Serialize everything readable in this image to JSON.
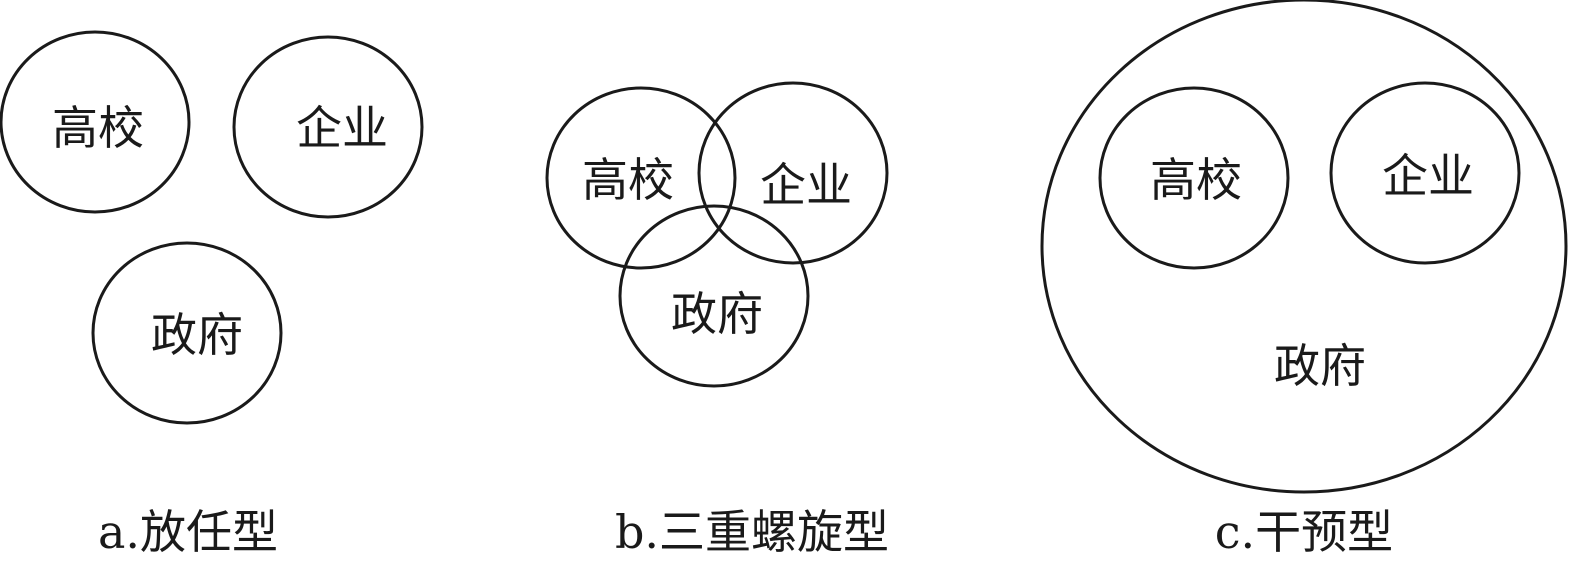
{
  "panels": [
    {
      "caption": "a.放任型",
      "labels": {
        "university": "高校",
        "enterprise": "企业",
        "government": "政府"
      }
    },
    {
      "caption": "b.三重螺旋型",
      "labels": {
        "university": "高校",
        "enterprise": "企业",
        "government": "政府"
      }
    },
    {
      "caption": "c.干预型",
      "labels": {
        "university": "高校",
        "enterprise": "企业",
        "government": "政府"
      }
    }
  ]
}
